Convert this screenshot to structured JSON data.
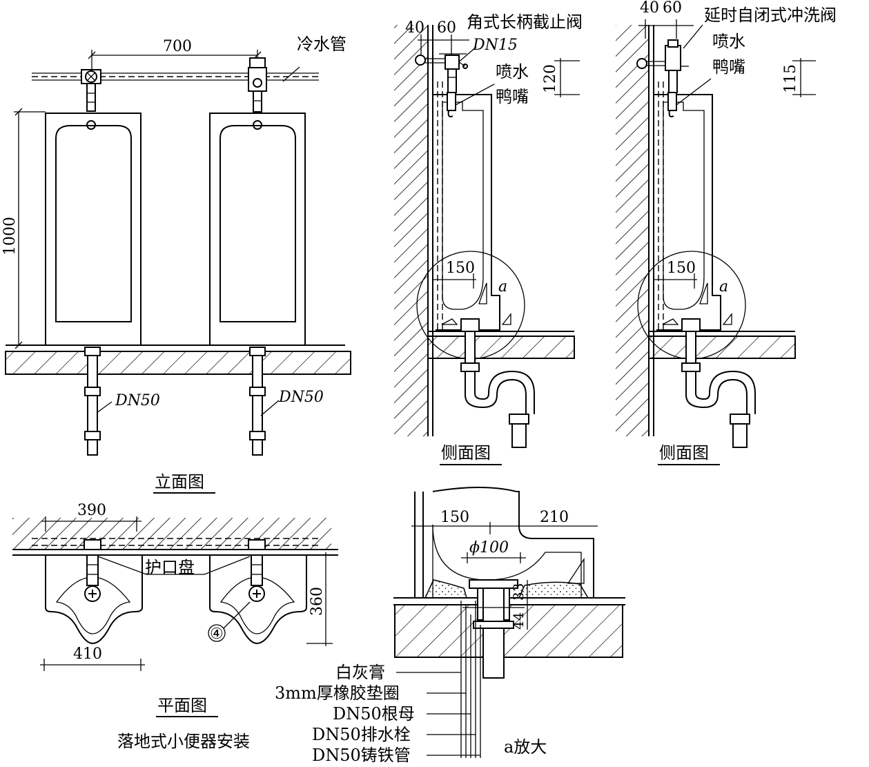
{
  "elevation": {
    "title": "立面图",
    "dim_spacing": "700",
    "dim_height": "1000",
    "cold_water_pipe": "冷水管",
    "drain_left": "DN50",
    "drain_right": "DN50"
  },
  "side_view_1": {
    "title": "侧面图",
    "dim_40": "40",
    "dim_60": "60",
    "valve_label": "角式长柄截止阀",
    "valve_size": "DN15",
    "spout_label_1": "喷水",
    "spout_label_2": "鸭嘴",
    "dim_120": "120",
    "dim_150": "150",
    "detail_mark": "a"
  },
  "side_view_2": {
    "title": "侧面图",
    "dim_40": "40",
    "dim_60": "60",
    "valve_label": "延时自闭式冲洗阀",
    "spout_label_1": "喷水",
    "spout_label_2": "鸭嘴",
    "dim_115": "115",
    "dim_150": "150",
    "detail_mark": "a"
  },
  "plan": {
    "title": "平面图",
    "caption": "落地式小便器安装",
    "dim_390": "390",
    "dim_410": "410",
    "dim_360": "360",
    "guard_plate": "护口盘",
    "item_number": "④"
  },
  "detail": {
    "title": "a放大",
    "dim_150": "150",
    "dim_210": "210",
    "dim_phi100": "ϕ100",
    "dim_33": "33",
    "dim_44": "44",
    "labels": [
      "白灰膏",
      "3mm厚橡胶垫圈",
      "DN50根母",
      "DN50排水栓",
      "DN50铸铁管"
    ]
  }
}
